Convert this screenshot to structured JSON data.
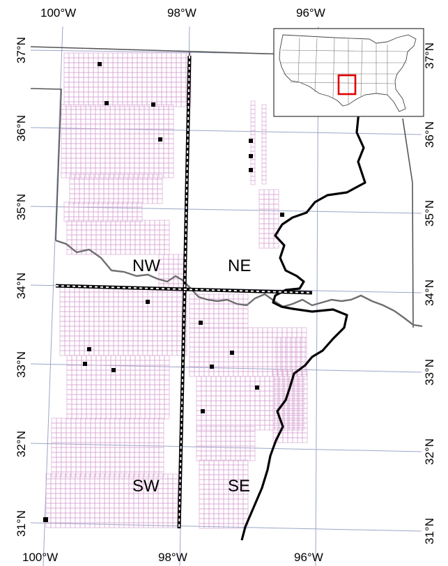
{
  "map": {
    "top_axis_labels": [
      "100°W",
      "98°W",
      "96°W"
    ],
    "bottom_axis_labels": [
      "100°W",
      "98°W",
      "96°W"
    ],
    "left_axis_labels": [
      "37°N",
      "36°N",
      "35°N",
      "34°N",
      "33°N",
      "32°N",
      "31°N"
    ],
    "right_axis_labels": [
      "37°N",
      "36°N",
      "35°N",
      "34°N",
      "33°N",
      "32°N",
      "31°N"
    ],
    "regions": {
      "nw": "NW",
      "ne": "NE",
      "sw": "SW",
      "se": "SE"
    }
  },
  "colors": {
    "grid_cell": "#d6a0d0",
    "graticule": "#9aa6c8",
    "state_border": "#555555",
    "river": "#000000",
    "inset_highlight": "#e00000"
  }
}
